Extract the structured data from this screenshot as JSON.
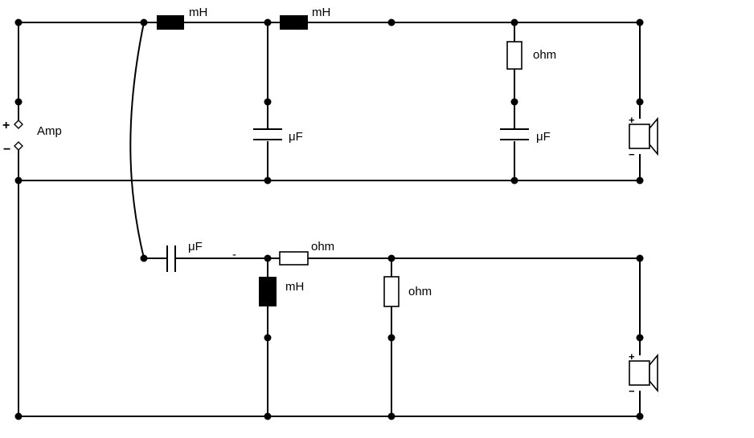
{
  "source": {
    "label": "Amp",
    "plus": "+",
    "minus": "−"
  },
  "units": {
    "inductor": "mH",
    "capacitor": "μF",
    "resistor": "ohm"
  },
  "speaker": {
    "plus": "+",
    "minus": "−"
  },
  "stray_mark": "-",
  "colors": {
    "wire": "#000000",
    "background": "#ffffff"
  }
}
